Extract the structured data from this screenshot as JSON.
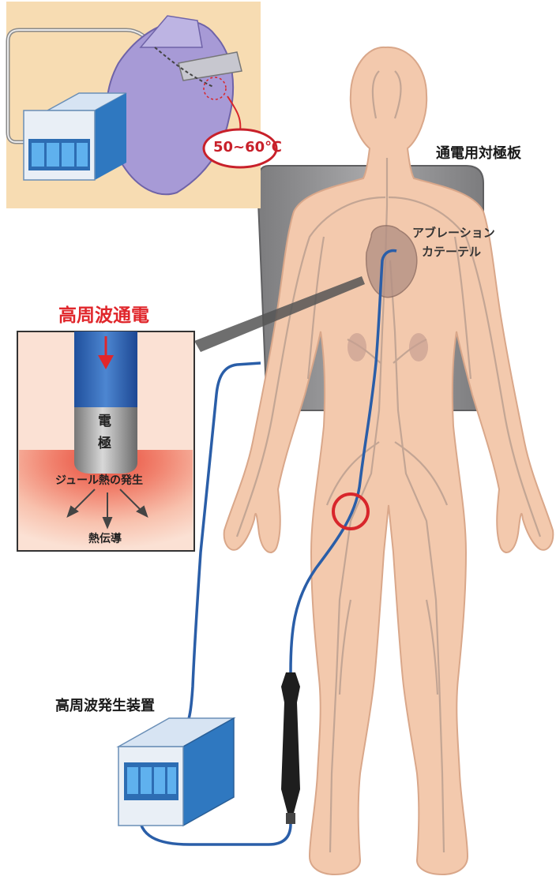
{
  "labels": {
    "return_electrode": "通電用対極板",
    "catheter_line1": "アブレーション",
    "catheter_line2": "カテーテル",
    "rf_current": "高周波通電",
    "electrode_line1": "電",
    "electrode_line2": "極",
    "joule_heat": "ジュール熱の発生",
    "heat_conduction": "熱伝導",
    "generator": "高周波発生装置",
    "temperature": "50~60℃"
  },
  "colors": {
    "skin": "#f3c9ad",
    "skin_outline": "#d9a78a",
    "vessel": "#b39a8c",
    "catheter": "#2a5ea8",
    "highlight_circle": "#d8262b",
    "plate": "#8f8f91",
    "heart_panel_bg": "#f7dcb2",
    "heart": "#a79ad6",
    "heat_red": "#e0262b",
    "device_blue": "#3d8fd6"
  }
}
